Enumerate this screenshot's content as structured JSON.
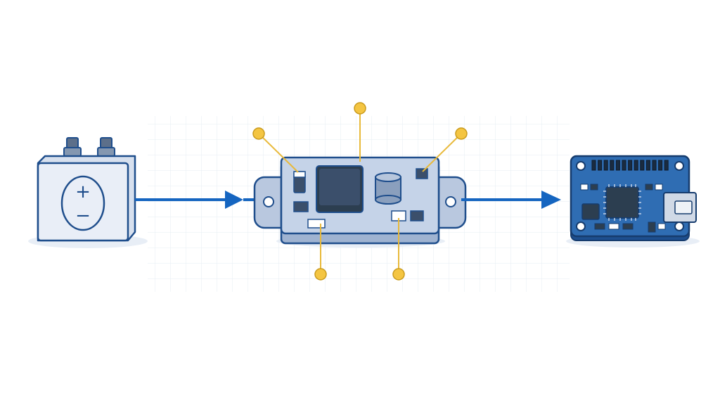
{
  "diagram": {
    "background": "#ffffff",
    "colors": {
      "outline": "#1f4e8c",
      "arrow": "#1565c0",
      "grid": "#e6ecf3",
      "battery_body": "#e9eef7",
      "board_light": "#c5d3e8",
      "board_blue": "#2f6db3",
      "board_blue_dark": "#1e4f8f",
      "chip_dark": "#2c3e50",
      "inductor": "#3b4f6b",
      "callout_line": "#e8b93a",
      "callout_dot": "#f4c542",
      "shadow": "#e8eef6"
    },
    "battery": {
      "positive_symbol": "+",
      "negative_symbol": "−",
      "icon": "battery-icon"
    },
    "regulator": {
      "icon": "voltage-regulator-module-icon",
      "callout_count": 5
    },
    "microcontroller": {
      "icon": "microcontroller-board-icon",
      "header_pins": 13
    },
    "connections": [
      {
        "from": "battery",
        "to": "regulator",
        "icon": "arrow-right-icon"
      },
      {
        "from": "regulator",
        "to": "microcontroller",
        "icon": "arrow-right-icon"
      }
    ]
  }
}
